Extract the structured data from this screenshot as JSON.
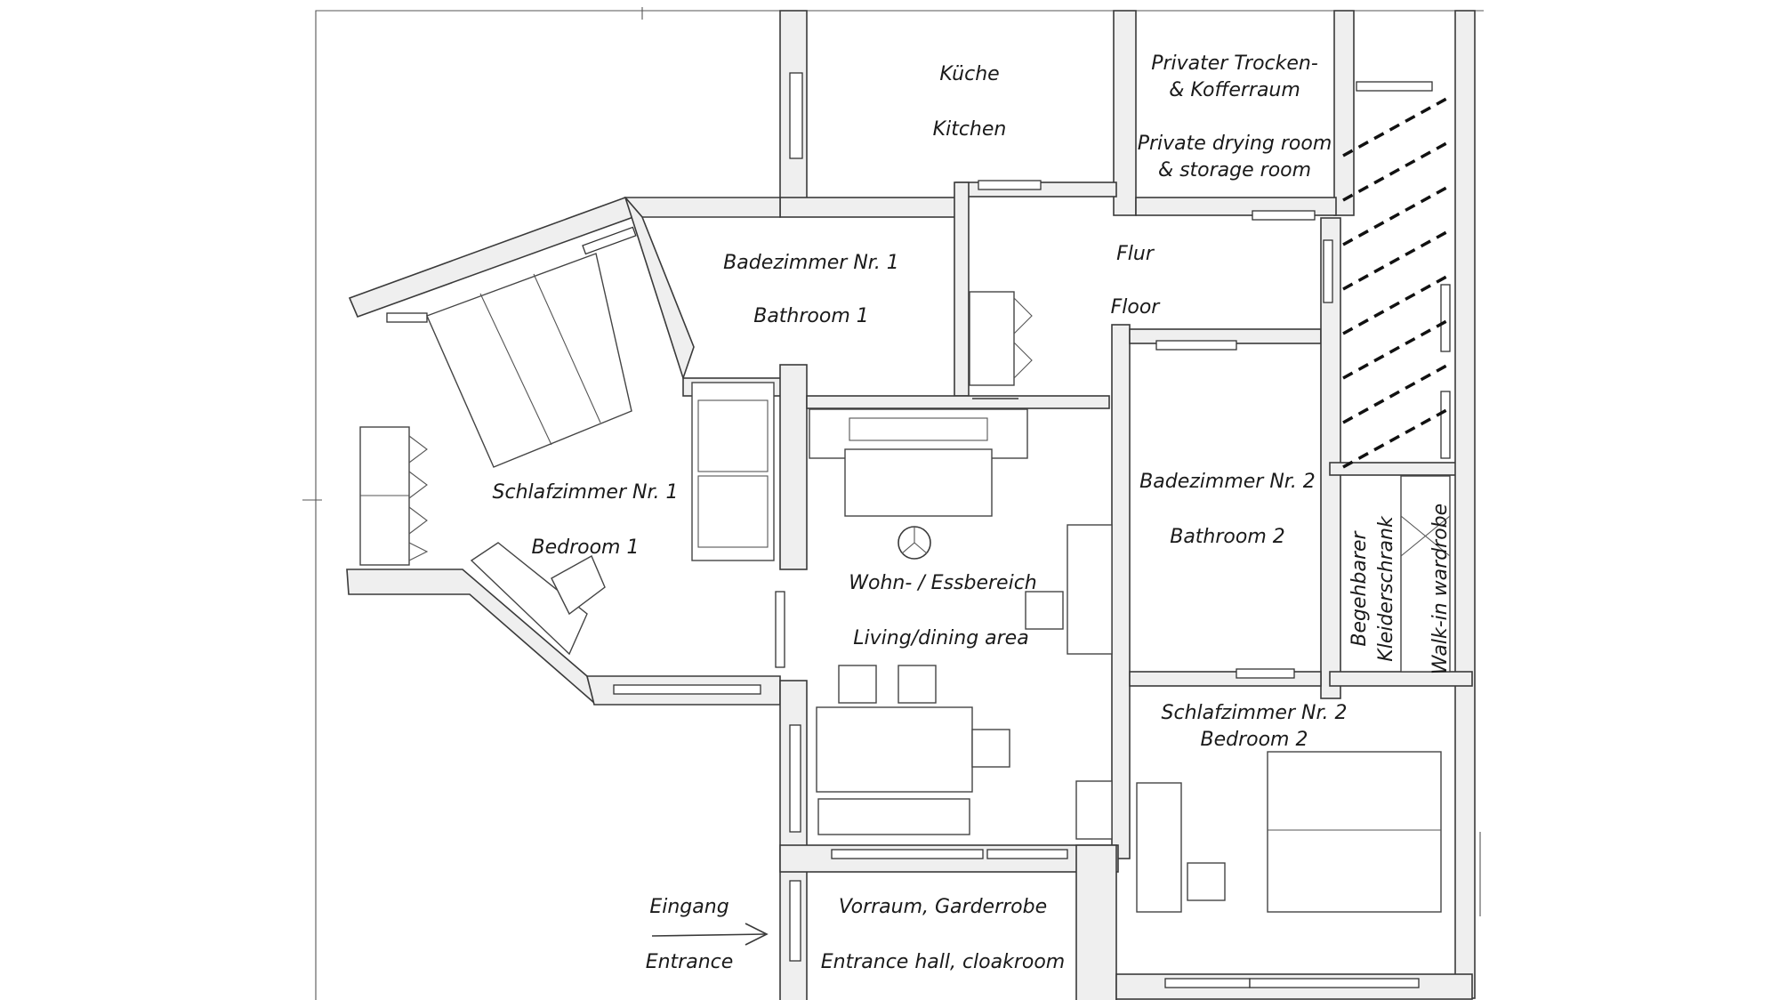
{
  "rooms": {
    "kitchen": {
      "de": "Küche",
      "en": "Kitchen"
    },
    "storage": {
      "de_line1": "Privater Trocken-",
      "de_line2": "& Kofferraum",
      "en_line1": "Private drying room",
      "en_line2": "& storage room"
    },
    "bath1": {
      "de": "Badezimmer Nr. 1",
      "en": "Bathroom 1"
    },
    "floor": {
      "de": "Flur",
      "en": "Floor"
    },
    "bedroom1": {
      "de": "Schlafzimmer Nr. 1",
      "en": "Bedroom 1"
    },
    "bath2": {
      "de": "Badezimmer Nr. 2",
      "en": "Bathroom 2"
    },
    "living": {
      "de": "Wohn- / Essbereich",
      "en": "Living/dining area"
    },
    "wardrobe": {
      "de_line1": "Begehbarer",
      "de_line2": "Kleiderschrank",
      "en": "Walk-in wardrobe"
    },
    "bedroom2": {
      "de": "Schlafzimmer Nr. 2",
      "en": "Bedroom 2"
    },
    "hall": {
      "de": "Vorraum, Garderrobe",
      "en": "Entrance hall, cloakroom"
    },
    "entrance": {
      "de": "Eingang",
      "en": "Entrance"
    }
  }
}
